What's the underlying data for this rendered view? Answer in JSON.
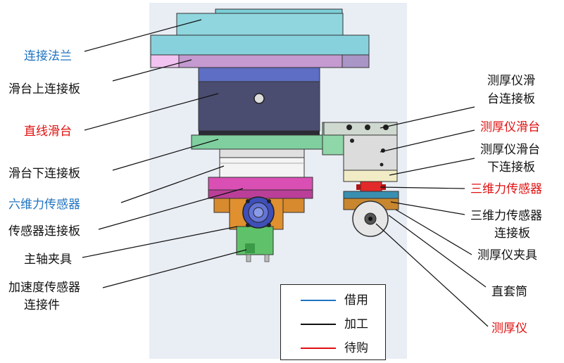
{
  "colors": {
    "borrow": "#1f73c1",
    "process": "#111111",
    "purchase": "#e01010"
  },
  "labels_left": {
    "flange": "连接法兰",
    "slide_upper_plate": "滑台上连接板",
    "linear_slide": "直线滑台",
    "slide_lower_plate": "滑台下连接板",
    "six_axis_sensor": "六维力传感器",
    "sensor_plate": "传感器连接板",
    "spindle_fixture": "主轴夹具",
    "accel_connector_line1": "加速度传感器",
    "accel_connector_line2": "连接件"
  },
  "labels_right": {
    "gauge_slide_plate_line1": "测厚仪滑",
    "gauge_slide_plate_line2": "台连接板",
    "gauge_slide": "测厚仪滑台",
    "gauge_slide_lower_line1": "测厚仪滑台",
    "gauge_slide_lower_line2": "下连接板",
    "three_axis_sensor": "三维力传感器",
    "three_axis_plate_line1": "三维力传感器",
    "three_axis_plate_line2": "连接板",
    "gauge_fixture": "测厚仪夹具",
    "sleeve": "直套筒",
    "gauge": "测厚仪"
  },
  "legend": {
    "borrow": "借用",
    "process": "加工",
    "purchase": "待购"
  }
}
